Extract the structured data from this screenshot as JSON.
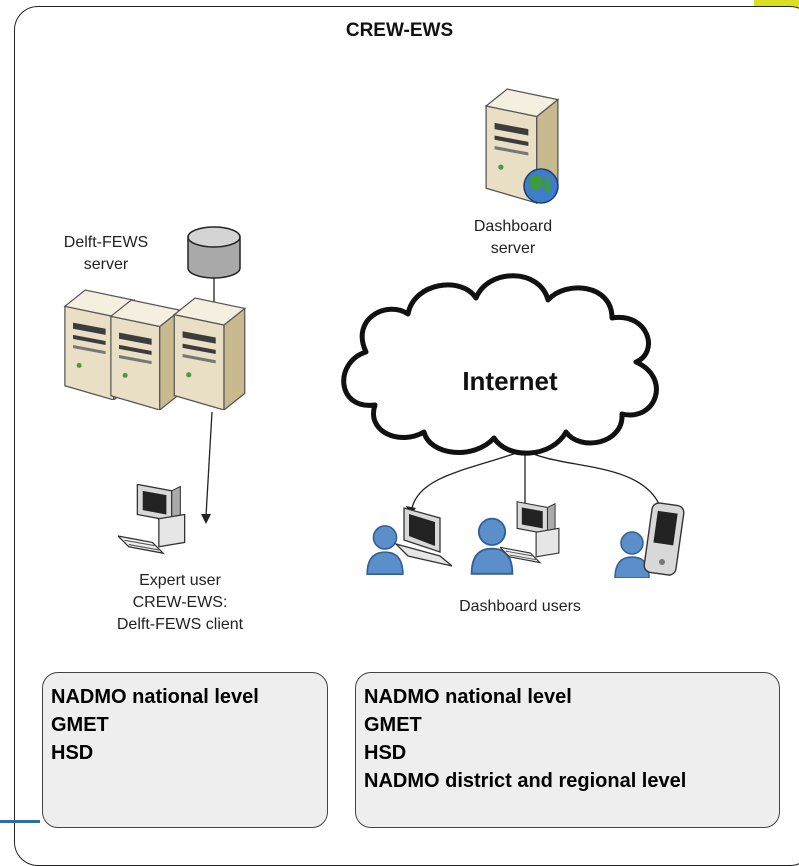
{
  "title": "CREW-EWS",
  "nodes": {
    "fews_server": {
      "line1": "Delft-FEWS",
      "line2": "server"
    },
    "dashboard_server": {
      "line1": "Dashboard",
      "line2": "server"
    },
    "internet": "Internet",
    "expert_user": {
      "line1": "Expert user",
      "line2": "CREW-EWS:",
      "line3": "Delft-FEWS client"
    },
    "dashboard_users": "Dashboard users"
  },
  "boxes": {
    "left": [
      "NADMO national level",
      "GMET",
      "HSD"
    ],
    "right": [
      "NADMO national level",
      "GMET",
      "HSD",
      "NADMO district and regional level"
    ]
  },
  "icons": [
    "database-icon",
    "server-icon",
    "globe-icon",
    "cloud-icon",
    "desktop-computer-icon",
    "laptop-icon",
    "pda-icon",
    "user-icon"
  ],
  "colors": {
    "server_beige": "#ece2c9",
    "user_blue": "#5b8fc9",
    "box_fill": "#eeeeee"
  }
}
